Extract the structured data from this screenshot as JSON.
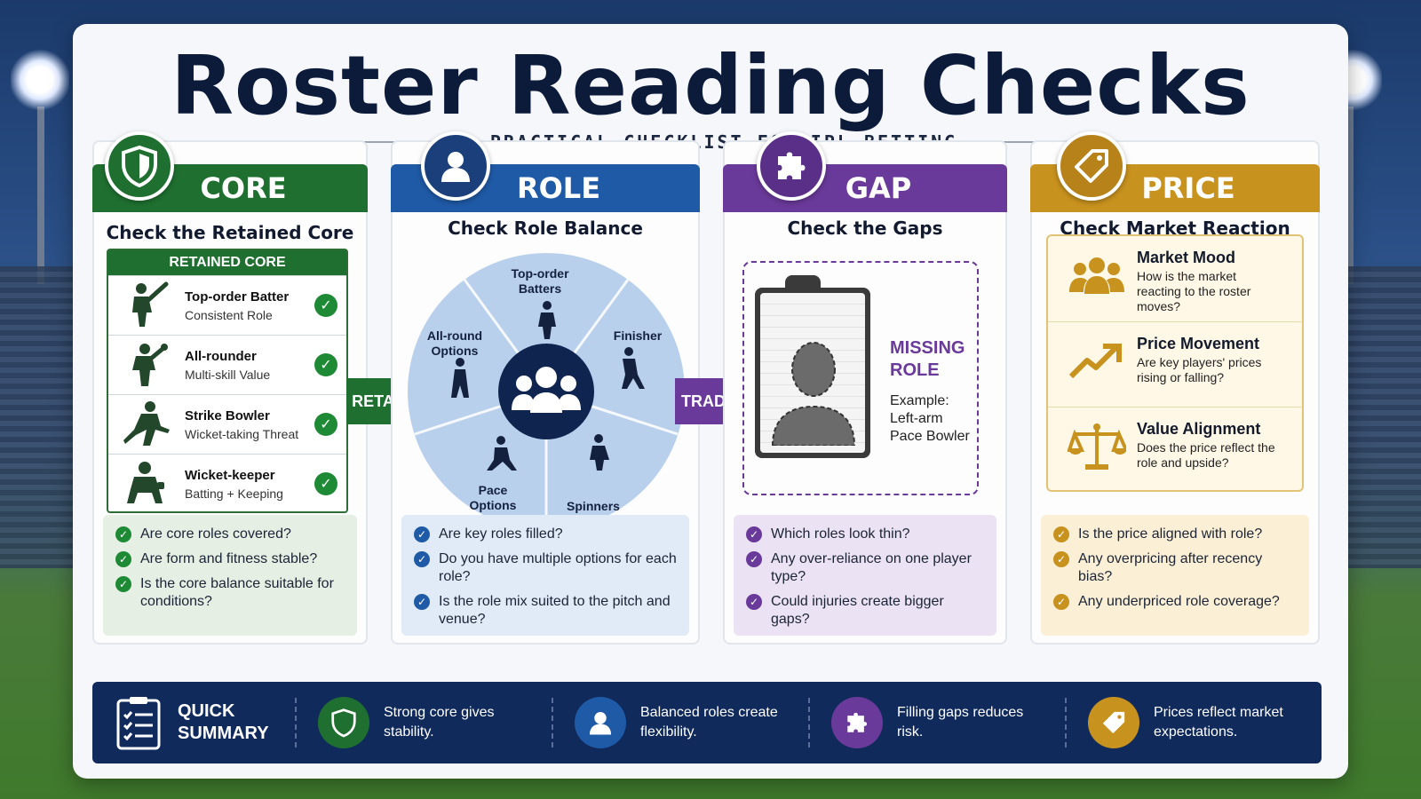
{
  "title": "Roster Reading Checks",
  "subtitle": "A PRACTICAL CHECKLIST FOR IPL BETTING",
  "colors": {
    "core": "#1f7030",
    "role": "#1f5aa6",
    "gap": "#6a3a9a",
    "price": "#c8921e",
    "navy": "#102a5c"
  },
  "core": {
    "header": "CORE",
    "subtitle": "Check the Retained Core",
    "table_title": "RETAINED CORE",
    "rows": [
      {
        "title": "Top-order Batter",
        "desc": "Consistent Role"
      },
      {
        "title": "All-rounder",
        "desc": "Multi-skill Value"
      },
      {
        "title": "Strike Bowler",
        "desc": "Wicket-taking Threat"
      },
      {
        "title": "Wicket-keeper",
        "desc": "Batting + Keeping"
      }
    ],
    "checks": [
      "Are core roles covered?",
      "Are form and fitness stable?",
      "Is the core balance suitable for conditions?"
    ]
  },
  "retain_label": "RETAIN",
  "role": {
    "header": "ROLE",
    "subtitle": "Check Role Balance",
    "segments": [
      "Top-order Batters",
      "Finisher",
      "Spinners",
      "Pace Options",
      "All-round Options"
    ],
    "checks": [
      "Are key roles filled?",
      "Do you have multiple options for each role?",
      "Is the role mix suited to the pitch and venue?"
    ]
  },
  "trade_label": "TRADE",
  "gap": {
    "header": "GAP",
    "subtitle": "Check the Gaps",
    "missing_title": "MISSING ROLE",
    "missing_example": "Example: Left-arm Pace Bowler",
    "checks": [
      "Which roles look thin?",
      "Any over-reliance on one player type?",
      "Could injuries create bigger gaps?"
    ]
  },
  "price": {
    "header": "PRICE",
    "subtitle": "Check Market Reaction",
    "rows": [
      {
        "title": "Market Mood",
        "desc": "How is the market reacting to the roster moves?"
      },
      {
        "title": "Price Movement",
        "desc": "Are key players' prices rising or falling?"
      },
      {
        "title": "Value Alignment",
        "desc": "Does the price reflect the role and upside?"
      }
    ],
    "checks": [
      "Is the price aligned with role?",
      "Any overpricing after recency bias?",
      "Any underpriced role coverage?"
    ]
  },
  "summary": {
    "title": "QUICK SUMMARY",
    "items": [
      "Strong core gives stability.",
      "Balanced roles create flexibility.",
      "Filling gaps reduces risk.",
      "Prices reflect market expectations."
    ]
  }
}
